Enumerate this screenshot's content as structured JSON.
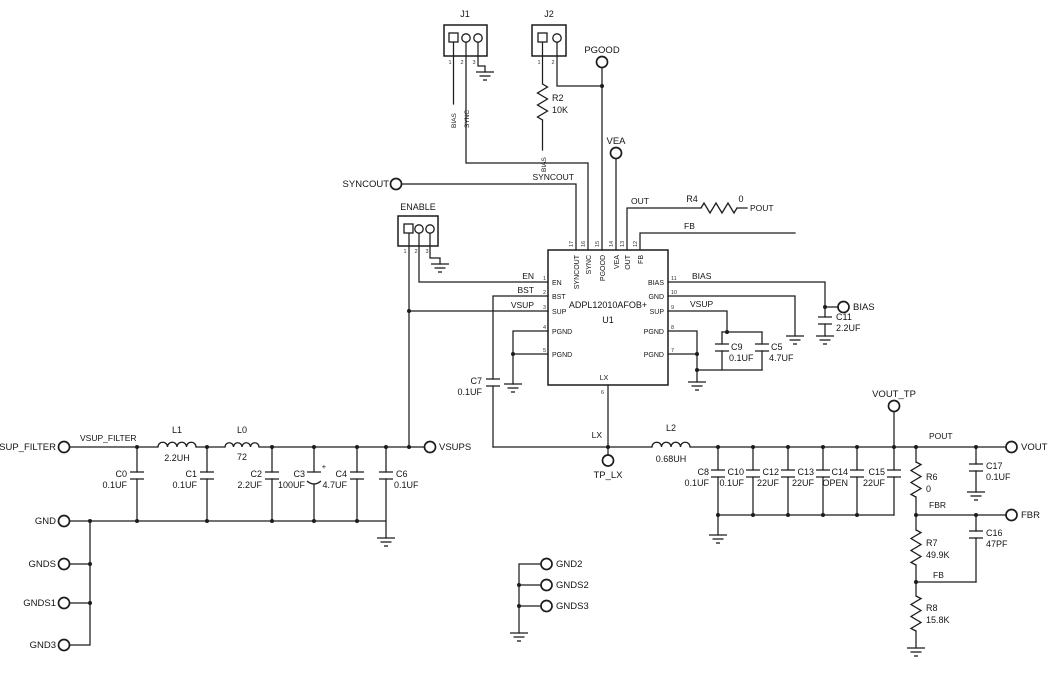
{
  "connectors": {
    "j1": {
      "ref": "J1",
      "pin_numbers": [
        "1",
        "2",
        "3"
      ],
      "pin1_net": "BIAS",
      "pin2_net": "SYNC"
    },
    "j2": {
      "ref": "J2",
      "pin_numbers": [
        "1",
        "2"
      ],
      "pin1_net": "BIAS"
    },
    "enable": {
      "ref": "ENABLE",
      "pin_numbers": [
        "1",
        "2",
        "3"
      ]
    }
  },
  "ic": {
    "ref": "U1",
    "part": "ADPL12010AFOB+",
    "left_pins": [
      {
        "num": "1",
        "name": "EN"
      },
      {
        "num": "2",
        "name": "BST"
      },
      {
        "num": "3",
        "name": "SUP"
      },
      {
        "num": "4",
        "name": "PGND"
      },
      {
        "num": "5",
        "name": "PGND"
      }
    ],
    "right_pins": [
      {
        "num": "11",
        "name": "BIAS"
      },
      {
        "num": "10",
        "name": "GND"
      },
      {
        "num": "9",
        "name": "SUP"
      },
      {
        "num": "8",
        "name": "PGND"
      },
      {
        "num": "7",
        "name": "PGND"
      }
    ],
    "top_pins": [
      {
        "num": "17",
        "name": "SYNCOUT"
      },
      {
        "num": "16",
        "name": "SYNC"
      },
      {
        "num": "15",
        "name": "PGOOD"
      },
      {
        "num": "14",
        "name": "VEA"
      },
      {
        "num": "13",
        "name": "OUT"
      },
      {
        "num": "12",
        "name": "FB"
      }
    ],
    "bottom_pin": {
      "num": "6",
      "name": "LX"
    }
  },
  "components": {
    "r2": {
      "ref": "R2",
      "value": "10K"
    },
    "r4": {
      "ref": "R4",
      "value": "0"
    },
    "r6": {
      "ref": "R6",
      "value": "0"
    },
    "r7": {
      "ref": "R7",
      "value": "49.9K"
    },
    "r8": {
      "ref": "R8",
      "value": "15.8K"
    },
    "l1": {
      "ref": "L1",
      "value": "2.2UH"
    },
    "l0": {
      "ref": "L0",
      "value": "72"
    },
    "l2": {
      "ref": "L2",
      "value": "0.68UH"
    },
    "c0": {
      "ref": "C0",
      "value": "0.1UF"
    },
    "c1": {
      "ref": "C1",
      "value": "0.1UF"
    },
    "c2": {
      "ref": "C2",
      "value": "2.2UF"
    },
    "c3": {
      "ref": "C3",
      "value": "100UF",
      "polarity": "+"
    },
    "c4": {
      "ref": "C4",
      "value": "4.7UF"
    },
    "c5": {
      "ref": "C5",
      "value": "4.7UF"
    },
    "c6": {
      "ref": "C6",
      "value": "0.1UF"
    },
    "c7": {
      "ref": "C7",
      "value": "0.1UF"
    },
    "c8": {
      "ref": "C8",
      "value": "0.1UF"
    },
    "c9": {
      "ref": "C9",
      "value": "0.1UF"
    },
    "c10": {
      "ref": "C10",
      "value": "0.1UF"
    },
    "c11": {
      "ref": "C11",
      "value": "2.2UF"
    },
    "c12": {
      "ref": "C12",
      "value": "22UF"
    },
    "c13": {
      "ref": "C13",
      "value": "22UF"
    },
    "c14": {
      "ref": "C14",
      "value": "OPEN"
    },
    "c15": {
      "ref": "C15",
      "value": "22UF"
    },
    "c16": {
      "ref": "C16",
      "value": "47PF"
    },
    "c17": {
      "ref": "C17",
      "value": "0.1UF"
    }
  },
  "terminals": {
    "syncout": "SYNCOUT",
    "pgood": "PGOOD",
    "vea": "VEA",
    "bias": "BIAS",
    "vsup_filter": "VSUP_FILTER",
    "vsups": "VSUPS",
    "gnd": "GND",
    "gnds": "GNDS",
    "gnds1": "GNDS1",
    "gnd3": "GND3",
    "tp_lx": "TP_LX",
    "gnd2": "GND2",
    "gnds2": "GNDS2",
    "gnds3": "GNDS3",
    "vout_tp": "VOUT_TP",
    "vout": "VOUT",
    "fbr": "FBR"
  },
  "net_labels": {
    "vsup_filter": "VSUP_FILTER",
    "syncout": "SYNCOUT",
    "en": "EN",
    "bst": "BST",
    "vsup_left": "VSUP",
    "vsup_right": "VSUP",
    "bias": "BIAS",
    "out": "OUT",
    "fb_top": "FB",
    "pout_top": "POUT",
    "lx": "LX",
    "pout": "POUT",
    "fbr": "FBR",
    "fb": "FB"
  }
}
